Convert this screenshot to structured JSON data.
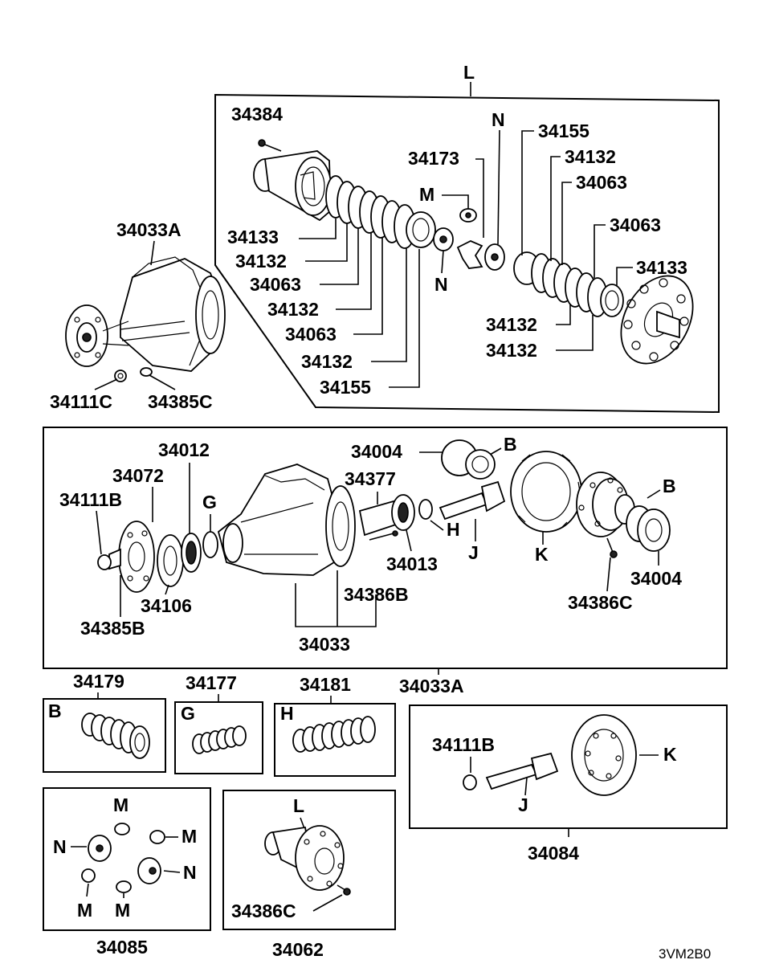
{
  "diagram_code": "3VM2B0",
  "labels": {
    "L_top": "L",
    "L_kit": "L",
    "p34384": "34384",
    "p34173": "34173",
    "p34155_top": "34155",
    "p34132_r1": "34132",
    "p34063_r1": "34063",
    "p34063_r2": "34063",
    "p34133_r": "34133",
    "p34132_r2": "34132",
    "p34132_r3": "34132",
    "N_top": "N",
    "N_mid": "N",
    "M_top": "M",
    "p34133_l": "34133",
    "p34132_l1": "34132",
    "p34063_l1": "34063",
    "p34132_l2": "34132",
    "p34063_l2": "34063",
    "p34132_l3": "34132",
    "p34155_l": "34155",
    "p34033A_top": "34033A",
    "p34111C": "34111C",
    "p34385C": "34385C",
    "p34012": "34012",
    "p34072": "34072",
    "p34111B": "34111B",
    "G_mid": "G",
    "p34106": "34106",
    "p34385B": "34385B",
    "p34004_top": "34004",
    "B_top": "B",
    "p34377": "34377",
    "H_mid": "H",
    "J_mid": "J",
    "p34013": "34013",
    "K_mid": "K",
    "B_right": "B",
    "p34004_r": "34004",
    "p34386C": "34386C",
    "p34386B": "34386B",
    "p34033": "34033",
    "p34033A_mid": "34033A",
    "p34179": "34179",
    "p34177": "34177",
    "p34181": "34181",
    "kit_B": "B",
    "kit_G": "G",
    "kit_H": "H",
    "p34111B_k": "34111B",
    "K_kit": "K",
    "J_kit": "J",
    "p34084": "34084",
    "M_k1": "M",
    "M_k2": "M",
    "M_k3": "M",
    "M_k4": "M",
    "N_k1": "N",
    "N_k2": "N",
    "p34085": "34085",
    "p34386C_k": "34386C",
    "p34062": "34062"
  }
}
